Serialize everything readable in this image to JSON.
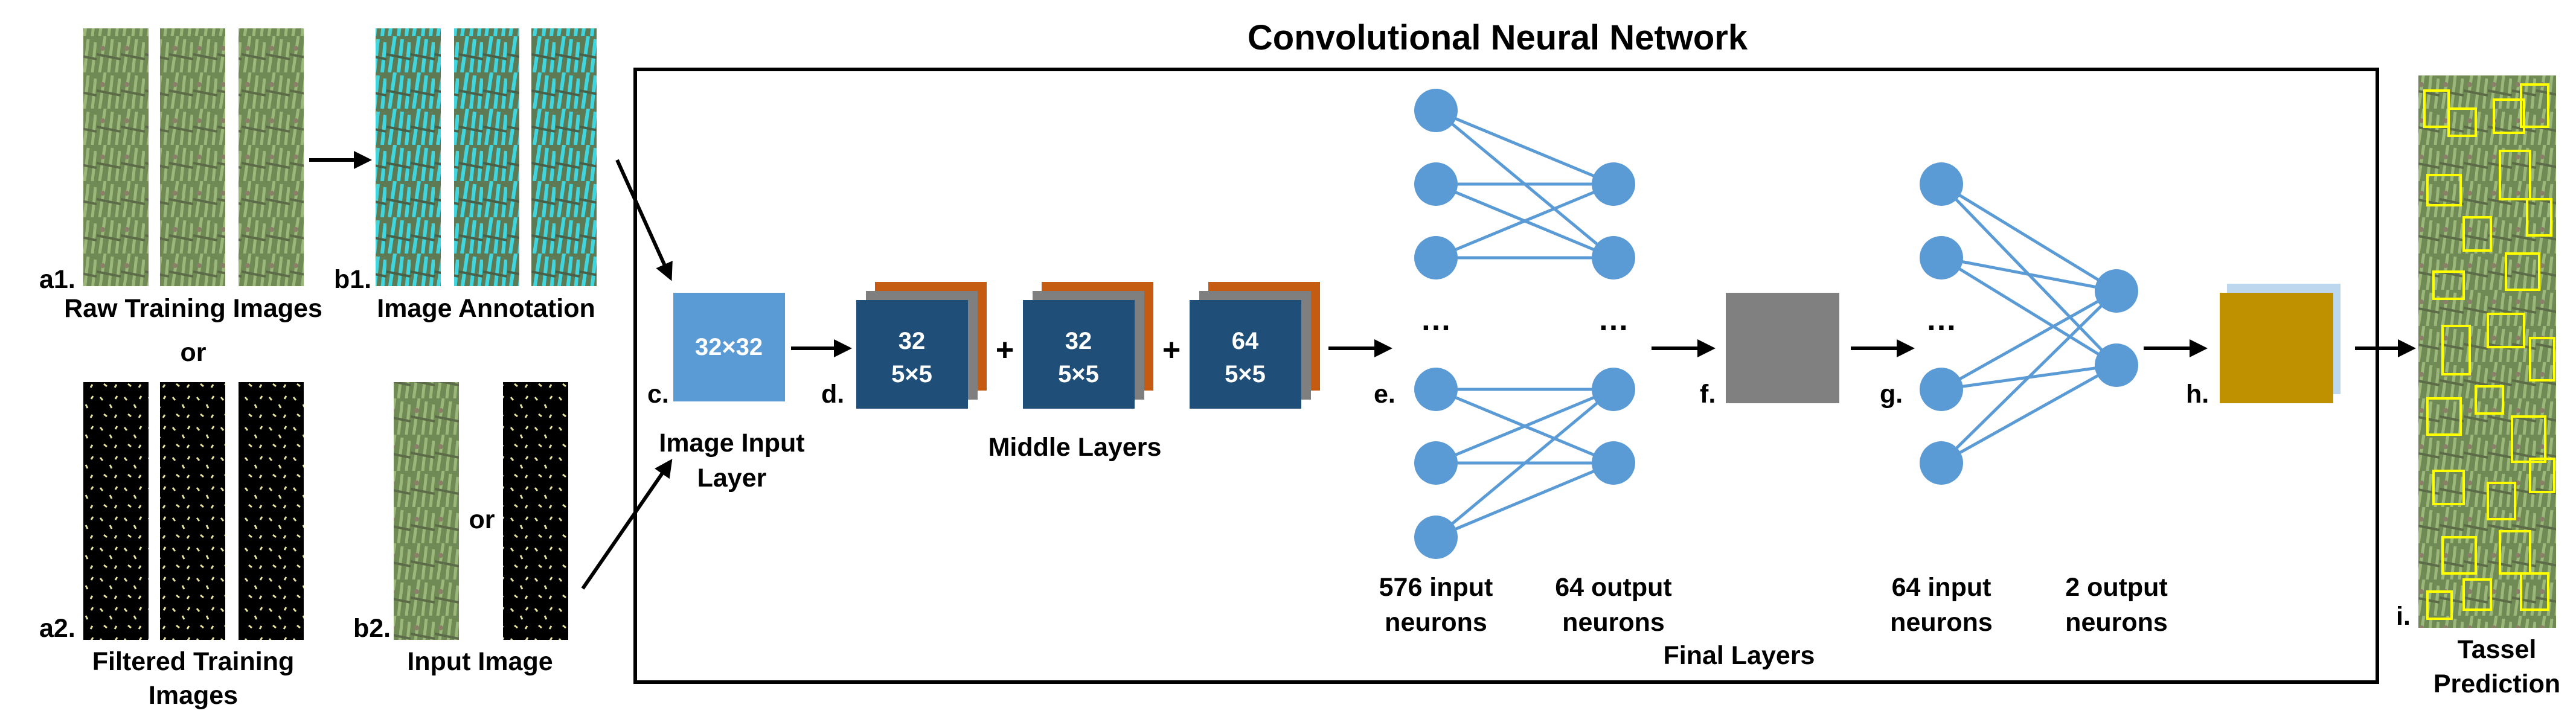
{
  "title": "Convolutional Neural Network",
  "labels": {
    "a1": "a1.",
    "a2": "a2.",
    "b1": "b1.",
    "b2": "b2.",
    "c": "c.",
    "d": "d.",
    "e": "e.",
    "f": "f.",
    "g": "g.",
    "h": "h.",
    "i": "i."
  },
  "captions": {
    "raw_training_images": "Raw Training Images",
    "or_1": "or",
    "filtered_training_line1": "Filtered Training",
    "filtered_training_line2": "Images",
    "image_annotation": "Image Annotation",
    "or_2": "or",
    "input_image": "Input Image",
    "image_input_line1": "Image Input",
    "image_input_line2": "Layer",
    "middle_layers": "Middle Layers",
    "final_layers": "Final Layers",
    "in576_line1": "576 input",
    "in576_line2": "neurons",
    "out64_line1": "64 output",
    "out64_line2": "neurons",
    "in64_line1": "64 input",
    "in64_line2": "neurons",
    "out2_line1": "2 output",
    "out2_line2": "neurons",
    "tassel_line1": "Tassel",
    "tassel_line2": "Prediction"
  },
  "layers": {
    "input": "32×32",
    "conv1_a": "32",
    "conv1_b": "5×5",
    "conv2_a": "32",
    "conv2_b": "5×5",
    "conv3_a": "64",
    "conv3_b": "5×5",
    "plus1": "+",
    "plus2": "+",
    "ellipsis": "…"
  },
  "colors": {
    "input_layer": "#5b9bd5",
    "conv_front": "#1f4e79",
    "conv_gray": "#7f7f7f",
    "conv_orange": "#c55a11",
    "neuron": "#5b9bd5",
    "connection": "#5b9bd5",
    "fully_connected": "#808080",
    "output_front": "#bf9000",
    "output_back": "#bdd7ee",
    "annotation_cyan": "#3fd6e0",
    "prediction_box": "#ffff00"
  }
}
